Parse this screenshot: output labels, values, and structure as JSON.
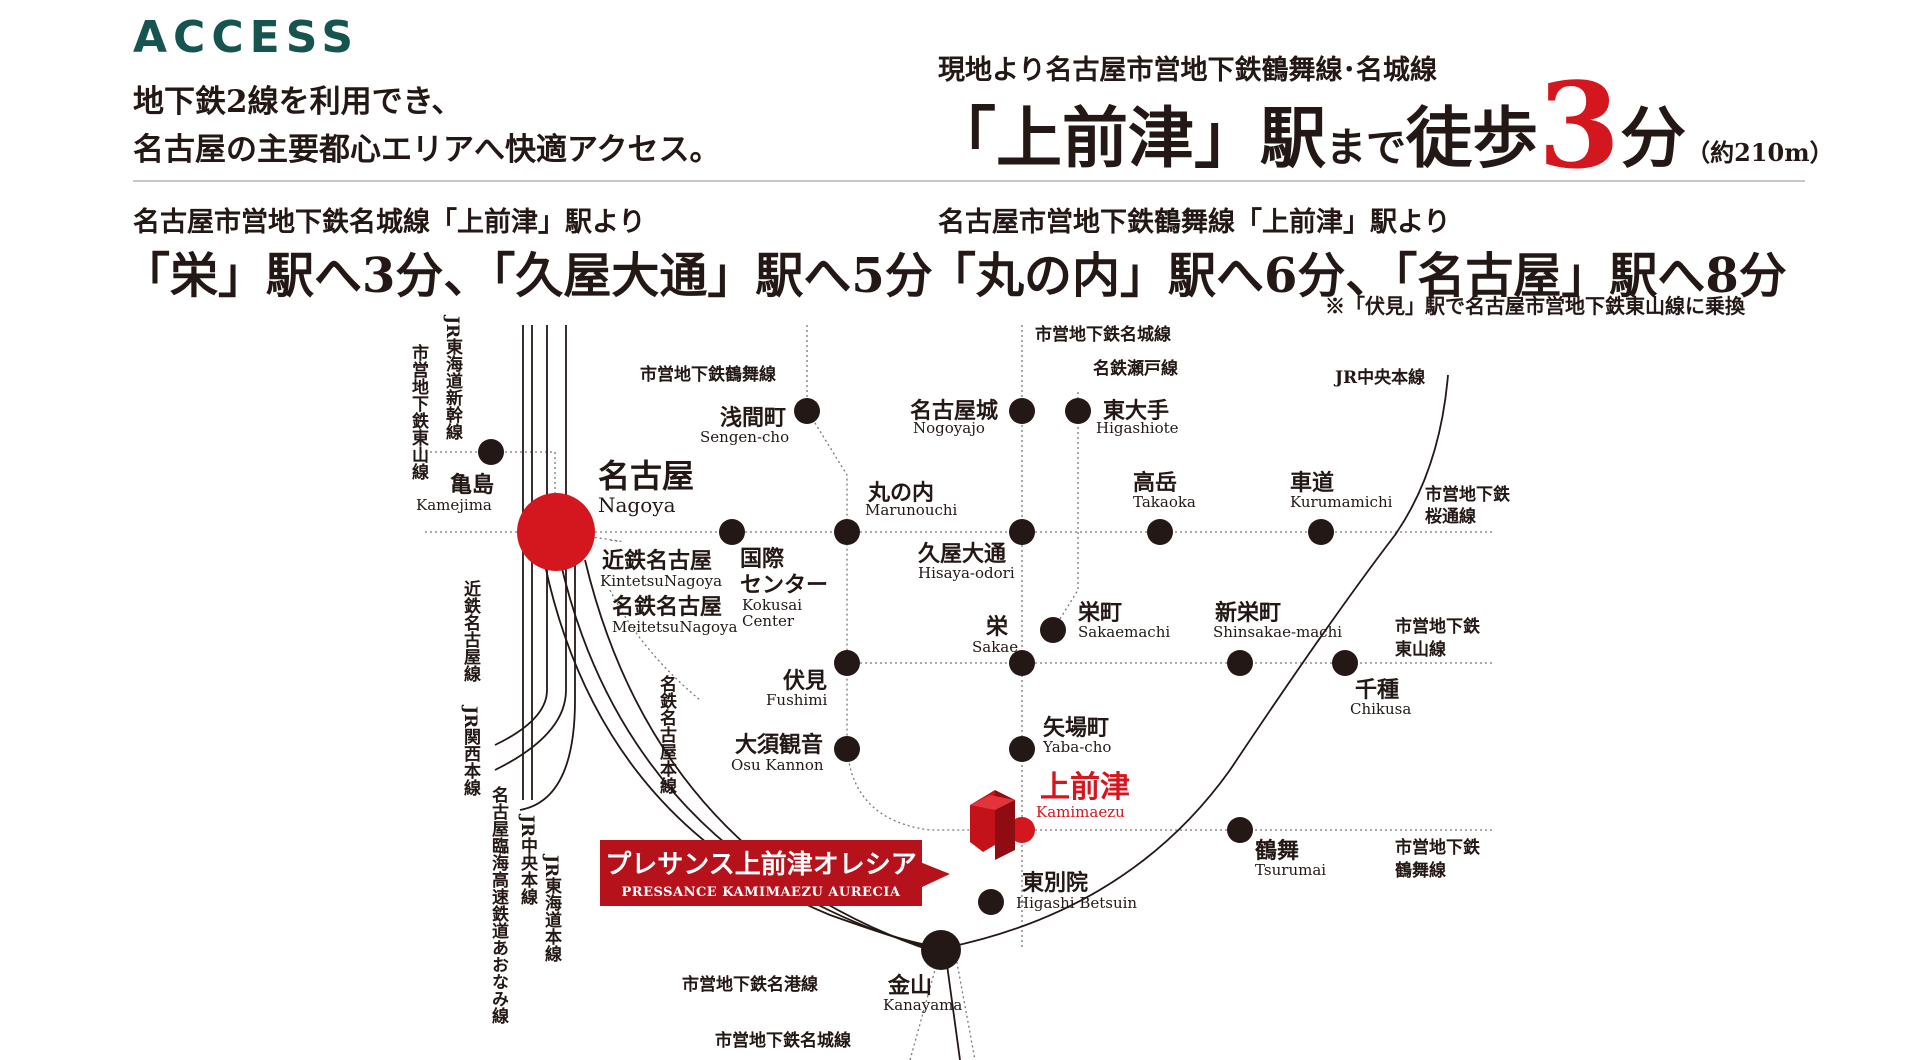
{
  "brand": "ACCESS",
  "intro": {
    "line1": "地下鉄2線を利用でき、",
    "line2": "名古屋の主要都心エリアへ快適アクセス。"
  },
  "hero": {
    "sub": "現地より名古屋市営地下鉄鶴舞線･名城線",
    "station": "「上前津」駅",
    "made": "まで",
    "walk": "徒歩",
    "minutes": "3",
    "unit": "分",
    "distance": "（約210m）"
  },
  "routes": {
    "left_sub": "名古屋市営地下鉄名城線「上前津」駅より",
    "left_main": "「栄」駅へ3分、「久屋大通」駅へ5分",
    "right_sub": "名古屋市営地下鉄鶴舞線「上前津」駅より",
    "right_main": "「丸の内」駅へ6分、「名古屋」駅へ8分",
    "note": "※「伏見」駅で名古屋市営地下鉄東山線に乗換"
  },
  "colors": {
    "brand": "#16544f",
    "accent": "#d4161e",
    "ink": "#231815",
    "label_bg": "#b5121b"
  },
  "property": {
    "name_jp": "プレサンス上前津オレシア",
    "name_en": "PRESSANCE KAMIMAEZU AURECIA"
  },
  "stations": {
    "nagoya": {
      "jp": "名古屋",
      "en": "Nagoya"
    },
    "kamejima": {
      "jp": "亀島",
      "en": "Kamejima"
    },
    "sengen": {
      "jp": "浅間町",
      "en": "Sengen-cho"
    },
    "nagoyajo": {
      "jp": "名古屋城",
      "en": "Nogoyajo"
    },
    "higashiote": {
      "jp": "東大手",
      "en": "Higashiote"
    },
    "marunouchi": {
      "jp": "丸の内",
      "en": "Marunouchi"
    },
    "takaoka": {
      "jp": "高岳",
      "en": "Takaoka"
    },
    "kurumamichi": {
      "jp": "車道",
      "en": "Kurumamichi"
    },
    "kintetsu": {
      "jp": "近鉄名古屋",
      "en": "KintetsuNagoya"
    },
    "meitetsu": {
      "jp": "名鉄名古屋",
      "en": "MeitetsuNagoya"
    },
    "kokusai": {
      "jp1": "国際",
      "jp2": "センター",
      "en1": "Kokusai",
      "en2": "Center"
    },
    "hisaya": {
      "jp": "久屋大通",
      "en": "Hisaya-odori"
    },
    "sakae": {
      "jp": "栄",
      "en": "Sakae"
    },
    "sakaemachi": {
      "jp": "栄町",
      "en": "Sakaemachi"
    },
    "shinsakae": {
      "jp": "新栄町",
      "en": "Shinsakae-machi"
    },
    "chikusa": {
      "jp": "千種",
      "en": "Chikusa"
    },
    "fushimi": {
      "jp": "伏見",
      "en": "Fushimi"
    },
    "osu": {
      "jp": "大須観音",
      "en": "Osu Kannon"
    },
    "yaba": {
      "jp": "矢場町",
      "en": "Yaba-cho"
    },
    "kamimaezu": {
      "jp": "上前津",
      "en": "Kamimaezu"
    },
    "tsurumai": {
      "jp": "鶴舞",
      "en": "Tsurumai"
    },
    "higashibetsuin": {
      "jp": "東別院",
      "en": "Higashi Betsuin"
    },
    "kanayama": {
      "jp": "金山",
      "en": "Kanayama"
    }
  },
  "lines": {
    "higashiyama_v": "市営地下鉄東山線",
    "jr_shinkansen": "JR東海道新幹線",
    "kintetsu_v": "近鉄名古屋線",
    "jr_kansai": "JR関西本線",
    "aonami": "名古屋臨海高速鉄道あおなみ線",
    "jr_chuo_v": "JR中央本線",
    "jr_tokaido_v": "JR東海道本線",
    "meitetsu_v": "名鉄名古屋本線",
    "tsurumai_top": "市営地下鉄鶴舞線",
    "meijo_top": "市営地下鉄名城線",
    "seto_top": "名鉄瀬戸線",
    "jr_chuo_top": "JR中央本線",
    "sakuradori_1": "市営地下鉄",
    "sakuradori_2": "桜通線",
    "higashiyama_1": "市営地下鉄",
    "higashiyama_2": "東山線",
    "tsurumai_1": "市営地下鉄",
    "tsurumai_2": "鶴舞線",
    "meiko": "市営地下鉄名港線",
    "meijo_bottom": "市営地下鉄名城線"
  }
}
